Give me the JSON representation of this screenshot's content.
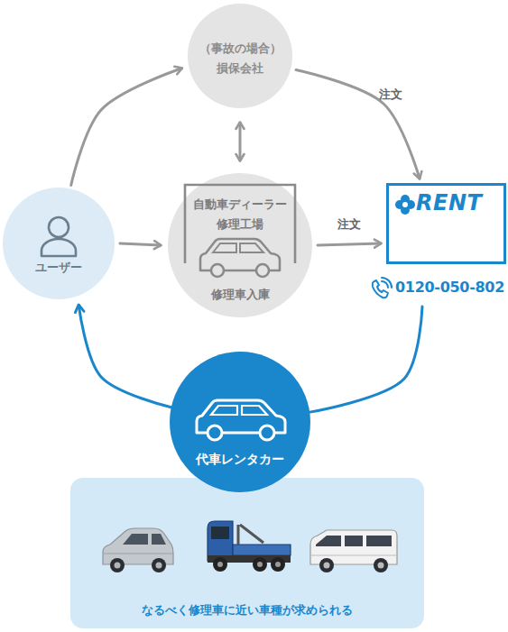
{
  "diagram": {
    "nodes": [
      {
        "text": [
          "（事故の場合） 損保会社"
        ]
      },
      {
        "text": [
          "ユーザー"
        ]
      },
      {
        "text": [
          "自動車ディーラー 修理工場",
          "修理車入庫"
        ]
      },
      {
        "text": [
          "RENT",
          "0120-050-802"
        ]
      },
      {
        "text": [
          "代車レンタカー"
        ]
      },
      {
        "text": [
          "なるべく修理車に近い車種が求められる"
        ]
      }
    ],
    "edges": [
      {
        "from": 1,
        "to": 0,
        "arrow": "to"
      },
      {
        "from": 0,
        "to": 2,
        "arrow": "both"
      },
      {
        "from": 1,
        "to": 2,
        "arrow": "to"
      },
      {
        "from": 0,
        "to": 3,
        "label": "注文",
        "arrow": "to"
      },
      {
        "from": 2,
        "to": 3,
        "label": "注文",
        "arrow": "to"
      },
      {
        "from": 3,
        "to": 4,
        "arrow": "none"
      },
      {
        "from": 4,
        "to": 1,
        "arrow": "to"
      }
    ]
  }
}
